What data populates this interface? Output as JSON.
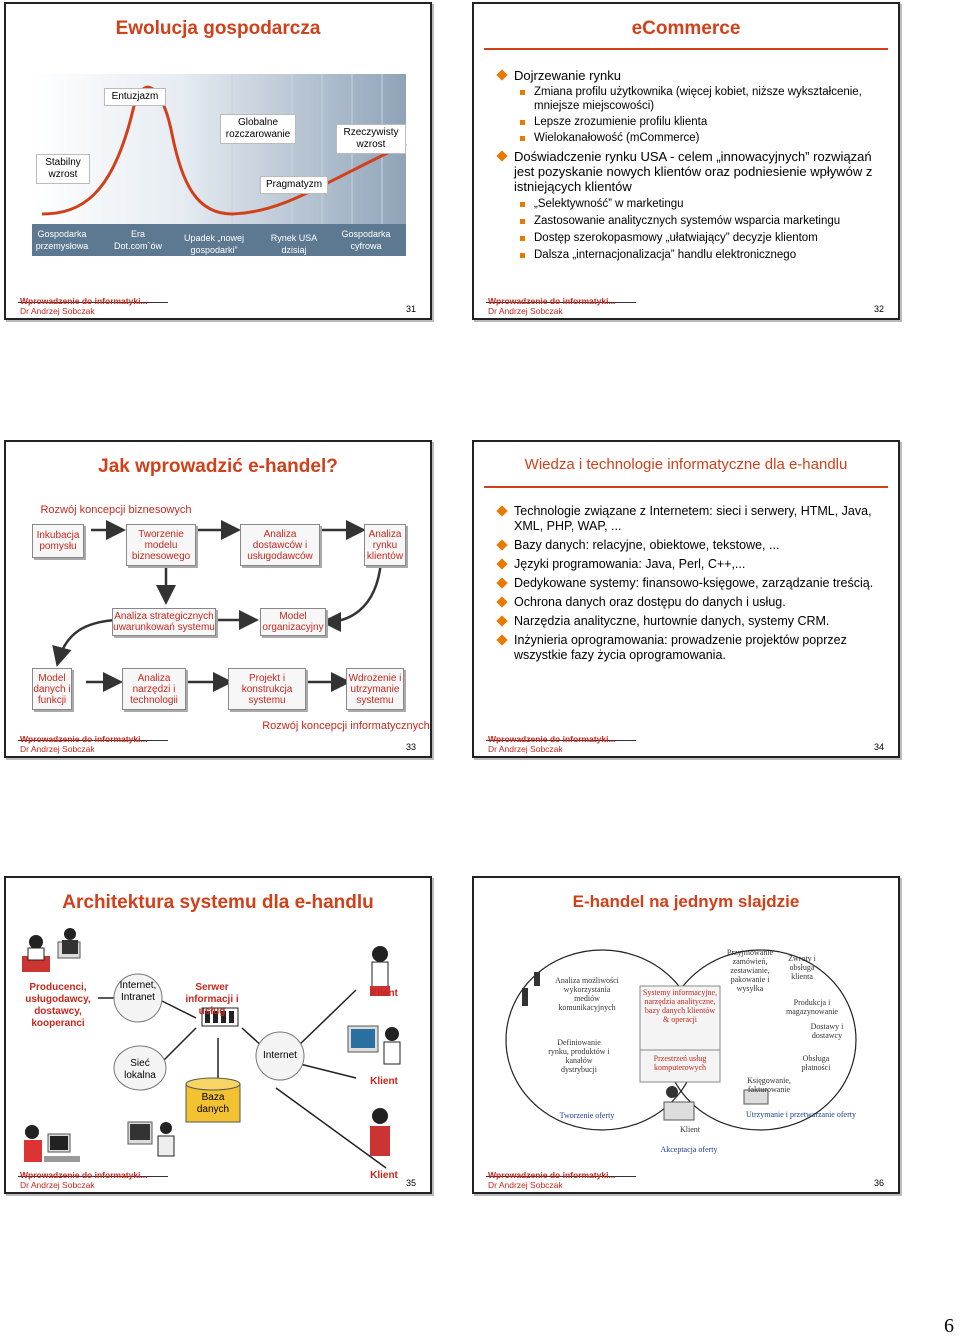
{
  "footer": {
    "course": "Wprowadzenie do informatyki...",
    "author": "Dr Andrzej Sobczak"
  },
  "page_number": "6",
  "s31": {
    "title": "Ewolucja gospodarcza",
    "labels": [
      "Entuzjazm",
      "Globalne rozczarowanie",
      "Rzeczywisty wzrost",
      "Stabilny wzrost",
      "Pragmatyzm"
    ],
    "bottom": [
      "Gospodarka przemysłowa",
      "Era Dot.com`ów",
      "Upadek „nowej gospodarki”",
      "Rynek USA dzisiaj",
      "Gospodarka cyfrowa"
    ],
    "num": "31"
  },
  "s32": {
    "title": "eCommerce",
    "items": [
      {
        "t": "Dojrzewanie rynku",
        "sub": [
          "Zmiana profilu użytkownika (więcej kobiet, niższe wykształcenie, mniejsze miejscowości)",
          "Lepsze zrozumienie profilu klienta",
          "Wielokanałowość (mCommerce)"
        ]
      },
      {
        "t": "Doświadczenie rynku USA - celem „innowacyjnych” rozwiązań jest pozyskanie nowych klientów oraz podniesienie wpływów z istniejących klientów",
        "sub": [
          "„Selektywność” w marketingu",
          "Zastosowanie analitycznych systemów wsparcia marketingu",
          "Dostęp szerokopasmowy „ułatwiający” decyzje klientom",
          "Dalsza „internacjonalizacja” handlu elektronicznego"
        ]
      }
    ],
    "num": "32"
  },
  "s33": {
    "title": "Jak wprowadzić e-handel?",
    "top_label": "Rozwój koncepcji biznesowych",
    "bottom_label": "Rozwój koncepcji informatycznych",
    "boxes": [
      "Inkubacja pomysłu",
      "Tworzenie modelu biznesowego",
      "Analiza dostawców i usługodawców",
      "Analiza rynku klientów",
      "Analiza strategicznych uwarunkowań systemu",
      "Model organizacyjny",
      "Model danych i funkcji",
      "Analiza narzędzi i technologii",
      "Projekt i konstrukcja systemu",
      "Wdrożenie i utrzymanie systemu"
    ],
    "num": "33"
  },
  "s34": {
    "title": "Wiedza i technologie informatyczne dla e-handlu",
    "items": [
      "Technologie związane z Internetem: sieci i serwery, HTML, Java, XML, PHP, WAP, ...",
      "Bazy danych: relacyjne, obiektowe, tekstowe, ...",
      "Języki programowania: Java, Perl, C++,...",
      "Dedykowane systemy: finansowo-księgowe, zarządzanie treścią.",
      "Ochrona danych oraz dostępu do danych i usług.",
      "Narzędzia analityczne, hurtownie danych, systemy CRM.",
      "Inżynieria oprogramowania: prowadzenie projektów poprzez wszystkie fazy życia oprogramowania."
    ],
    "num": "34"
  },
  "s35": {
    "title": "Architektura systemu dla e-handlu",
    "producers": "Producenci, usługodawcy, dostawcy, kooperanci",
    "internet_intranet": "Internet, Intranet",
    "server": "Serwer informacji i usług",
    "lan": "Sieć lokalna",
    "db": "Baza danych",
    "internet": "Internet",
    "klient": "Klient",
    "num": "35"
  },
  "s36": {
    "title": "E-handel na jednym slajdzie",
    "labels": [
      "Analiza możliwości wykorzystania mediów komunikacyjnych",
      "Definiowanie rynku, produktów i kanałów dystrybucji",
      "Przyjmowanie zamówień, zestawianie, pakowanie i wysyłka",
      "Zwroty i obsługa klienta",
      "Produkcja i magazynowanie",
      "Dostawy i dostawcy",
      "Obsługa płatności",
      "Księgowanie, fakturowanie",
      "Tworzenie oferty",
      "Klient",
      "Akceptacja oferty",
      "Utrzymanie i przetwarzanie oferty"
    ],
    "center": "Systemy informacyjne, narzędzia analityczne, bazy danych klientów & operacji",
    "center2": "Przestrzeń usług komputerowych",
    "num": "36"
  }
}
